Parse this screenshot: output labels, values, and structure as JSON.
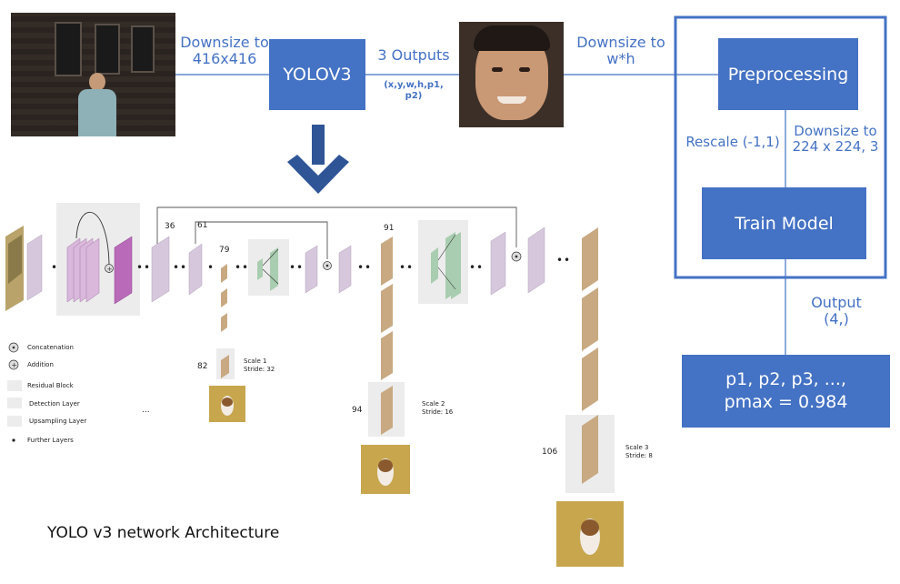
{
  "pipeline": {
    "downsize_416": "Downsize to\n416x416",
    "yolo_label": "YOLOV3",
    "three_outputs": "3 Outputs",
    "outputs_detail": "(x,y,w,h,p1,\np2)",
    "downsize_wh": "Downsize to\nw*h",
    "preprocessing_label": "Preprocessing",
    "rescale": "Rescale (-1,1)",
    "downsize_224": "Downsize to\n224 x 224, 3",
    "train_model_label": "Train Model",
    "output_label": "Output\n(4,)",
    "result_label": "p1, p2, p3, ...,\npmax = 0.984"
  },
  "architecture": {
    "caption": "YOLO v3 network Architecture",
    "layer_numbers": {
      "n36": "36",
      "n61": "61",
      "n79": "79",
      "n82": "82",
      "n91": "91",
      "n94": "94",
      "n106": "106"
    },
    "scales": [
      {
        "name": "Scale 1",
        "stride": "Stride: 32"
      },
      {
        "name": "Scale 2",
        "stride": "Stride: 16"
      },
      {
        "name": "Scale 3",
        "stride": "Stride: 8"
      }
    ],
    "legend": [
      {
        "label": "Concatenation",
        "symbol": "concat-symbol"
      },
      {
        "label": "Addition",
        "symbol": "addition-symbol"
      },
      {
        "label": "Residual Block",
        "symbol": "residual-swatch"
      },
      {
        "label": "Detection Layer",
        "symbol": "detection-swatch"
      },
      {
        "label": "Upsampling Layer",
        "symbol": "upsampling-swatch"
      },
      {
        "label": "Further Layers",
        "symbol": "dot-symbol"
      }
    ],
    "ellipsis": "..."
  },
  "colors": {
    "accent_blue": "#4472c4",
    "arrow_blue": "#2f5597",
    "layer_purple": "#d6c7dc",
    "layer_magenta": "#b96bb9",
    "layer_tan": "#c8a982",
    "layer_green": "#a9cdb0",
    "panel_gray": "#ececec"
  }
}
